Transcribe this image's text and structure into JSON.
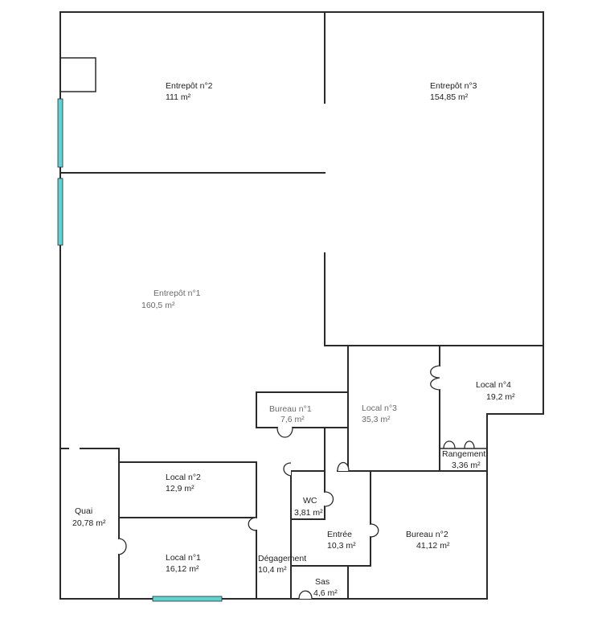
{
  "rooms": [
    {
      "id": "entrepot-2",
      "name": "Entrepôt  n°2",
      "area": "111  m²"
    },
    {
      "id": "entrepot-3",
      "name": "Entrepôt  n°3",
      "area": "154,85  m²"
    },
    {
      "id": "entrepot-1",
      "name": "Entrepôt  n°1",
      "area": "160,5  m²"
    },
    {
      "id": "bureau-1",
      "name": "Bureau n°1",
      "area": "7,6  m²"
    },
    {
      "id": "local-3",
      "name": "Local n°3",
      "area": "35,3  m²"
    },
    {
      "id": "local-4",
      "name": "Local n°4",
      "area": "19,2  m²"
    },
    {
      "id": "rangement",
      "name": "Rangement",
      "area": "3,36  m²"
    },
    {
      "id": "local-2",
      "name": "Local n°2",
      "area": "12,9  m²"
    },
    {
      "id": "quai",
      "name": "Quai",
      "area": "20,78  m²"
    },
    {
      "id": "wc",
      "name": "WC",
      "area": "3,81  m²"
    },
    {
      "id": "entree",
      "name": "Entrée",
      "area": "10,3  m²"
    },
    {
      "id": "bureau-2",
      "name": "Bureau n°2",
      "area": "41,12  m²"
    },
    {
      "id": "local-1",
      "name": "Local n°1",
      "area": "16,12  m²"
    },
    {
      "id": "degagement",
      "name": "Dégagement",
      "area": "10,4  m²"
    },
    {
      "id": "sas",
      "name": "Sas",
      "area": "4,6  m²"
    }
  ],
  "colors": {
    "wall": "#2a2a2a",
    "window": "#5fd3d3",
    "background": "#ffffff"
  }
}
